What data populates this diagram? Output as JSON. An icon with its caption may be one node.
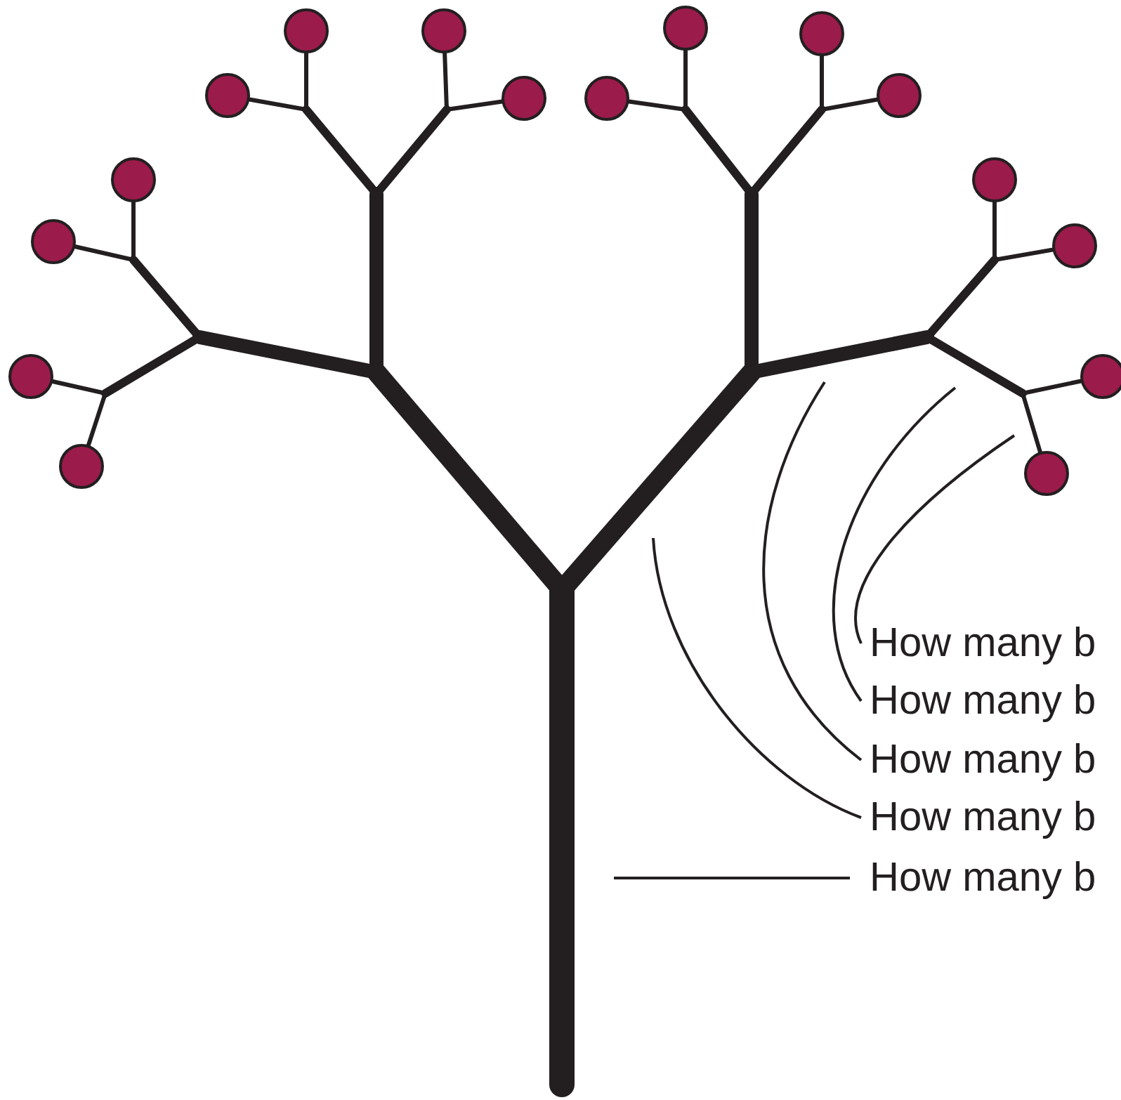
{
  "diagram": {
    "nodes": [
      {
        "text": [
          "How many b"
        ]
      },
      {
        "text": [
          "How many b"
        ]
      },
      {
        "text": [
          "How many b"
        ]
      },
      {
        "text": [
          "How many b"
        ]
      },
      {
        "text": [
          "How many b"
        ]
      }
    ],
    "edges": [
      {
        "from": 0,
        "to": null,
        "arrow": "none"
      },
      {
        "from": 1,
        "to": null,
        "arrow": "none"
      },
      {
        "from": 2,
        "to": null,
        "arrow": "none"
      },
      {
        "from": 3,
        "to": null,
        "arrow": "none"
      },
      {
        "from": 4,
        "to": null,
        "arrow": "none"
      }
    ]
  }
}
